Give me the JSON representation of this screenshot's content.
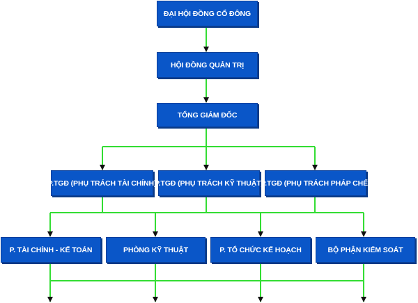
{
  "colors": {
    "box": "#0a56c8",
    "line": "#33dd33",
    "arrow": "#111111",
    "text": "#ffffff"
  },
  "nodes": {
    "shareholders": "ĐẠI HỘI ĐỒNG CỔ ĐÔNG",
    "board": "HỘI ĐỒNG QUẢN TRỊ",
    "ceo": "TỔNG GIÁM ĐỐC",
    "deputy_finance": "P.TGĐ (PHỤ TRÁCH TÀI CHÍNH)",
    "deputy_technical": "P.TGĐ (PHỤ TRÁCH KỸ THUẬT)",
    "deputy_legal": "P.TGĐ (PHỤ TRÁCH PHÁP CHẾ)",
    "dept_finance_accounting": "P. TÀI CHÍNH - KẾ TOÁN",
    "dept_technical": "PHÒNG KỸ THUẬT",
    "dept_planning": "P. TỔ CHỨC KẾ HOẠCH",
    "dept_control": "BỘ PHẬN KIỂM SOÁT"
  }
}
